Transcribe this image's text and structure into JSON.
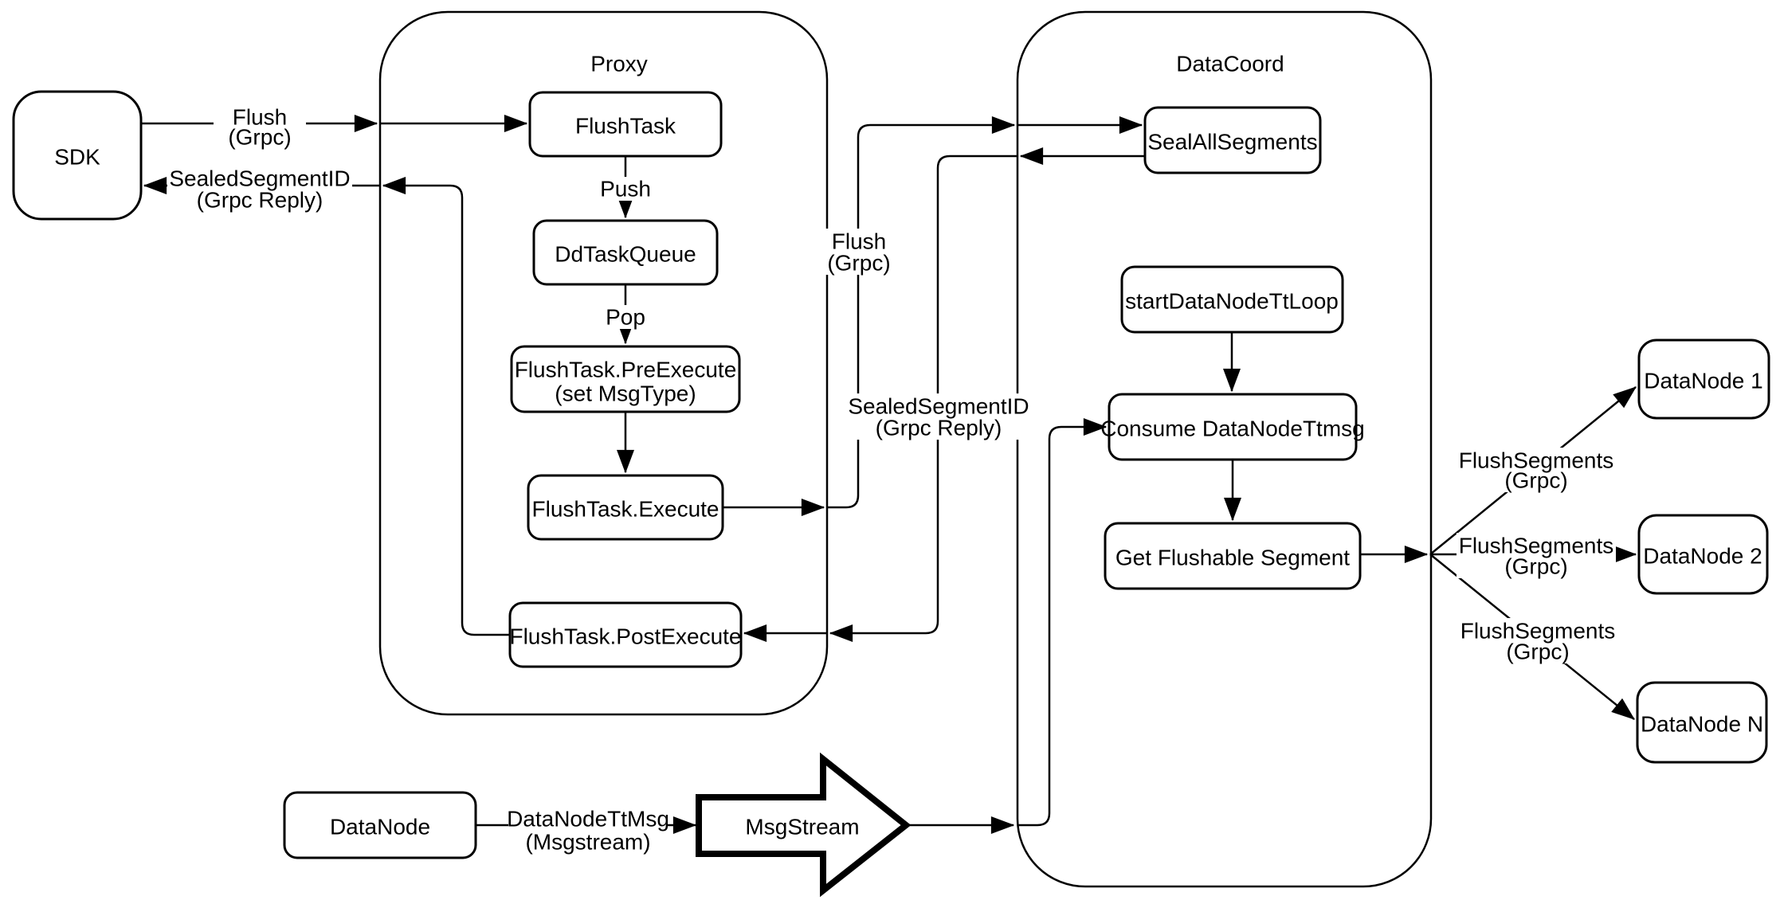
{
  "colors": {
    "background": "#ffffff",
    "stroke": "#000000",
    "shape_fill": "#ffffff",
    "text": "#000000"
  },
  "containers": {
    "proxy": {
      "title": "Proxy"
    },
    "datacoord": {
      "title": "DataCoord"
    }
  },
  "nodes": {
    "sdk": "SDK",
    "flush_task": "FlushTask",
    "dd_task_queue": "DdTaskQueue",
    "pre_execute": [
      "FlushTask.PreExecute",
      "(set MsgType)"
    ],
    "execute": "FlushTask.Execute",
    "post_execute": "FlushTask.PostExecute",
    "seal_all_segments": "SealAllSegments",
    "start_datanode_tt_loop": "startDataNodeTtLoop",
    "consume_datanode_ttmsg": "Consume DataNodeTtmsg",
    "get_flushable_segment": "Get Flushable Segment",
    "datanode_1": "DataNode 1",
    "datanode_2": "DataNode 2",
    "datanode_n": "DataNode N",
    "datanode_bottom": "DataNode",
    "msgstream": "MsgStream"
  },
  "edge_labels": {
    "flush_sdk": [
      "Flush",
      "(Grpc)"
    ],
    "sealed_segment_sdk": [
      "SealedSegmentID",
      "(Grpc Reply)"
    ],
    "push": "Push",
    "pop": "Pop",
    "flush_mid": [
      "Flush",
      "(Grpc)"
    ],
    "sealed_segment_mid": [
      "SealedSegmentID",
      "(Grpc Reply)"
    ],
    "flush_segments_1": [
      "FlushSegments",
      "(Grpc)"
    ],
    "flush_segments_2": [
      "FlushSegments",
      "(Grpc)"
    ],
    "flush_segments_3": [
      "FlushSegments",
      "(Grpc)"
    ],
    "datanode_ttmsg": [
      "DataNodeTtMsg",
      "(Msgstream)"
    ]
  }
}
